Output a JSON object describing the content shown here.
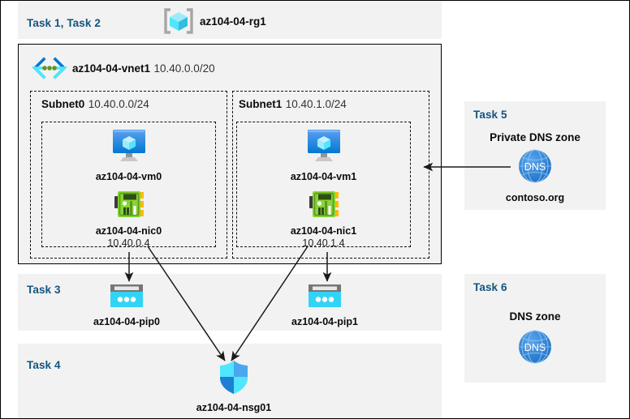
{
  "resource_group": {
    "tasks_label": "Task 1, Task 2",
    "name": "az104-04-rg1",
    "icon": "resource-group-cube-icon"
  },
  "vnet": {
    "name": "az104-04-vnet1",
    "cidr": "10.40.0.0/20",
    "icon": "vnet-brackets-icon"
  },
  "subnets": [
    {
      "name": "Subnet0",
      "cidr": "10.40.0.0/24",
      "vm": {
        "name": "az104-04-vm0",
        "icon": "virtual-machine-icon"
      },
      "nic": {
        "name": "az104-04-nic0",
        "ip": "10.40.0.4",
        "icon": "network-interface-icon"
      }
    },
    {
      "name": "Subnet1",
      "cidr": "10.40.1.0/24",
      "vm": {
        "name": "az104-04-vm1",
        "icon": "virtual-machine-icon"
      },
      "nic": {
        "name": "az104-04-nic1",
        "ip": "10.40.1.4",
        "icon": "network-interface-icon"
      }
    }
  ],
  "task3": {
    "label": "Task 3",
    "pip0": {
      "name": "az104-04-pip0",
      "icon": "public-ip-address-icon"
    },
    "pip1": {
      "name": "az104-04-pip1",
      "icon": "public-ip-address-icon"
    }
  },
  "task4": {
    "label": "Task 4",
    "nsg": {
      "name": "az104-04-nsg01",
      "icon": "network-security-group-shield-icon"
    }
  },
  "task5": {
    "label": "Task 5",
    "title": "Private DNS zone",
    "zone": "contoso.org",
    "icon_text": "DNS",
    "icon": "dns-globe-icon"
  },
  "task6": {
    "label": "Task 6",
    "title": "DNS zone",
    "icon_text": "DNS",
    "icon": "dns-globe-icon"
  },
  "colors": {
    "task_label": "#12557f",
    "band_gray": "#f2f2f2",
    "azure_blue": "#0078d4",
    "cyan": "#32d4f5",
    "nic_green": "#5e9624",
    "dns_blue": "#2f7fd8"
  }
}
